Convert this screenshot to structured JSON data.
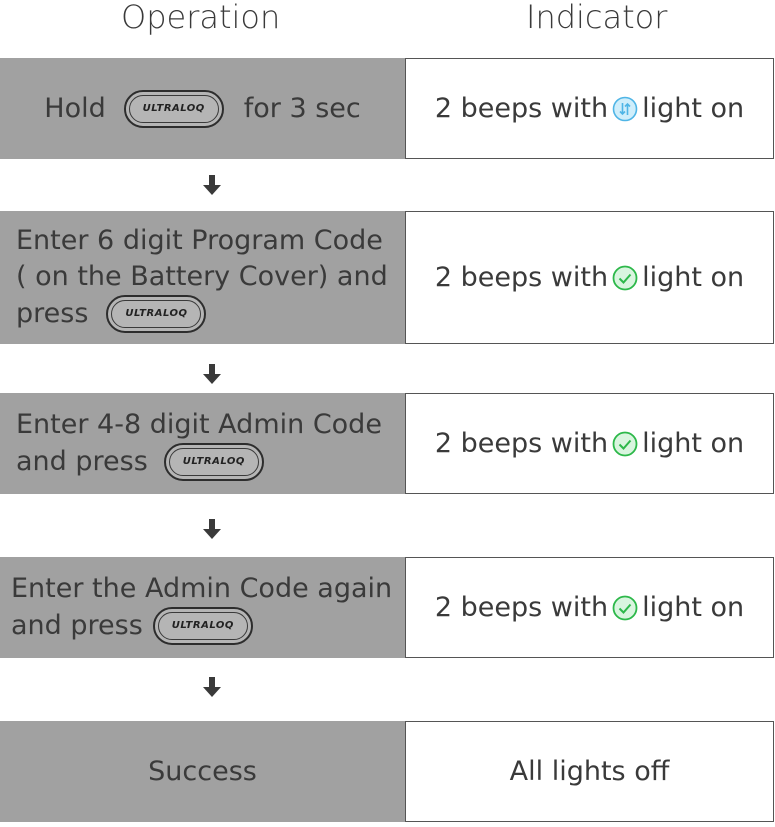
{
  "headers": {
    "operation": "Operation",
    "indicator": "Indicator"
  },
  "button_label": "ULTRALOQ",
  "steps": [
    {
      "op": {
        "pre": "Hold",
        "post": "for 3 sec"
      },
      "ind": {
        "pre": "2 beeps with",
        "icon": "wifi-exchange-icon",
        "post": "light on"
      }
    },
    {
      "op": {
        "line1": "Enter 6 digit Program Code",
        "line2": "( on the Battery Cover) and",
        "line3": "press"
      },
      "ind": {
        "pre": "2 beeps with",
        "icon": "green-check-icon",
        "post": "light on"
      }
    },
    {
      "op": {
        "line1": "Enter 4-8 digit Admin Code",
        "line2": "and press"
      },
      "ind": {
        "pre": "2 beeps with",
        "icon": "green-check-icon",
        "post": "light on"
      }
    },
    {
      "op": {
        "line1": "Enter the Admin Code again",
        "line2": "and press"
      },
      "ind": {
        "pre": "2 beeps with",
        "icon": "green-check-icon",
        "post": "light on"
      }
    },
    {
      "op": {
        "text": "Success"
      },
      "ind": {
        "text": "All lights off"
      }
    }
  ],
  "colors": {
    "op_bg": "#a1a1a1",
    "blue_icon": "#4fb5e6",
    "green_icon": "#2db84a",
    "text": "#3a3a3a"
  }
}
